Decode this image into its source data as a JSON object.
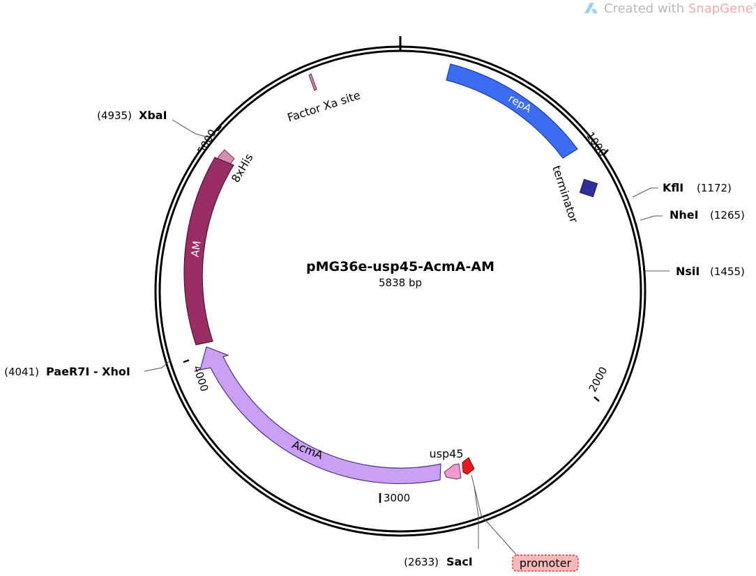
{
  "watermark": {
    "prefix": "Created with ",
    "brand": "SnapGene",
    "mark": "®"
  },
  "plasmid": {
    "name": "pMG36e-usp45-AcmA-AM",
    "size_label": "5838 bp",
    "length_bp": 5838
  },
  "ticks": [
    {
      "bp": 1000,
      "label": "1000"
    },
    {
      "bp": 2000,
      "label": "2000"
    },
    {
      "bp": 3000,
      "label": "3000"
    },
    {
      "bp": 4000,
      "label": "4000"
    },
    {
      "bp": 5000,
      "label": "5000"
    }
  ],
  "sites": [
    {
      "id": "xbai",
      "name": "XbaI",
      "position": "(4935)",
      "bp": 4935
    },
    {
      "id": "kfli",
      "name": "KflI",
      "position": "(1172)",
      "bp": 1172
    },
    {
      "id": "nhei",
      "name": "NheI",
      "position": "(1265)",
      "bp": 1265
    },
    {
      "id": "nsii",
      "name": "NsiI",
      "position": "(1455)",
      "bp": 1455
    },
    {
      "id": "paer7i-xhoi",
      "name": "PaeR7I - XhoI",
      "position": "(4041)",
      "bp": 4041
    },
    {
      "id": "saci",
      "name": "SacI",
      "position": "(2633)",
      "bp": 2633
    }
  ],
  "features": [
    {
      "id": "repA",
      "label": "repA",
      "color": "#3a6cf4",
      "direction": "forward"
    },
    {
      "id": "terminator",
      "label": "terminator",
      "color": "#2f2f9a",
      "direction": "none"
    },
    {
      "id": "factor-xa",
      "label": "Factor Xa site",
      "color": "#c98ab0",
      "direction": "none"
    },
    {
      "id": "his8",
      "label": "8xHis",
      "color": "#d58fb3",
      "direction": "forward"
    },
    {
      "id": "AM",
      "label": "AM",
      "color": "#982e63",
      "direction": "none"
    },
    {
      "id": "AcmA",
      "label": "AcmA",
      "color": "#c9a0f6",
      "direction": "forward"
    },
    {
      "id": "usp45",
      "label": "usp45",
      "color": "#f19ad0",
      "direction": "forward"
    },
    {
      "id": "promoter",
      "label": "promoter",
      "color": "#e8181e",
      "direction": "forward",
      "label_bg": "#f9b9b9"
    }
  ]
}
